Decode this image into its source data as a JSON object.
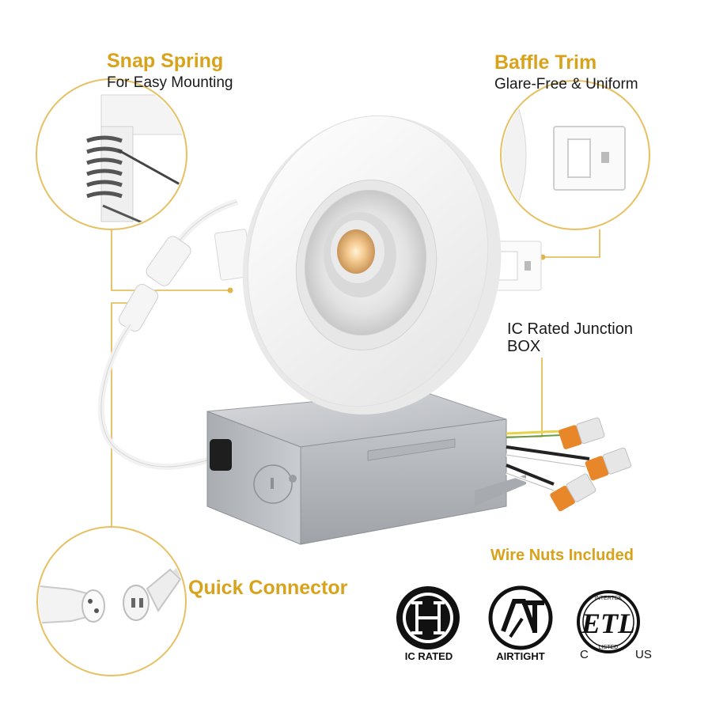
{
  "snap_spring": {
    "title": "Snap Spring",
    "subtitle": "For Easy Mounting"
  },
  "baffle_trim": {
    "title": "Baffle Trim",
    "subtitle": "Glare-Free & Uniform"
  },
  "junction_box": {
    "line1": "IC Rated Junction",
    "line2": "BOX"
  },
  "wire_nuts": {
    "label": "Wire Nuts Included"
  },
  "quick_connector": {
    "label": "Quick Connector"
  },
  "certifications": {
    "ic_rated": "IC RATED",
    "airtight": "AIRTIGHT",
    "airtight_mark": "AT",
    "etl_mark": "ETL",
    "etl_c": "C",
    "etl_us": "US",
    "etl_intertek": "INTERTEK",
    "etl_listed": "LISTED"
  },
  "colors": {
    "accent_gold": "#d9a21b",
    "callout_circle": "#e6c062",
    "connector_orange": "#e8862a",
    "box_metal": "#b9bcc1"
  },
  "icons": [
    "snap-spring-icon",
    "baffle-trim-icon",
    "quick-connector-icon",
    "ic-rated-icon",
    "airtight-icon",
    "etl-listed-icon"
  ]
}
